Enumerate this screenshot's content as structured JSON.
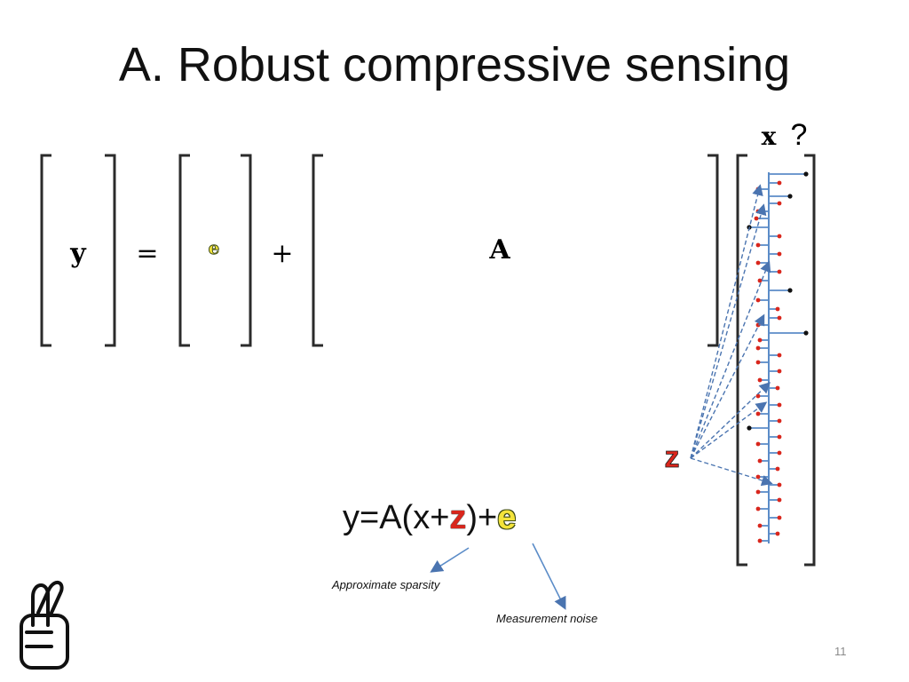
{
  "slide": {
    "title": "A. Robust compressive sensing",
    "page_number": "11"
  },
  "matrix_equation": {
    "y_symbol": "y",
    "equals_symbol": "=",
    "e_symbol": "e",
    "plus_symbol": "+",
    "a_symbol": "A",
    "x_symbol": "x",
    "question_mark": "?",
    "z_symbol": "z"
  },
  "model_equation": {
    "prefix": "y=A(x+",
    "z": "z",
    "middle": ")+",
    "e": "e"
  },
  "annotations": {
    "approximate_sparsity": "Approximate sparsity",
    "measurement_noise": "Measurement noise"
  },
  "colors": {
    "z_red": "#d9261c",
    "e_yellow": "#f3e33a",
    "stem_blue": "#5b8cc8",
    "arrow_blue": "#4a74b0",
    "bracket": "#2b2b2b"
  },
  "icons": {
    "crossed_fingers": "crossed-fingers-icon"
  }
}
